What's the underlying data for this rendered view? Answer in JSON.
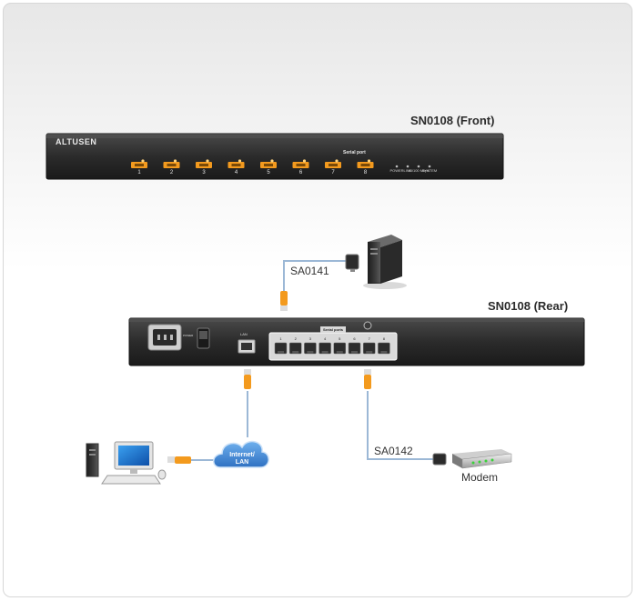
{
  "front_title": "SN0108 (Front)",
  "rear_title": "SN0108 (Rear)",
  "brand": "ALTUSEN",
  "front_serial_label": "Serial port",
  "front_ports": [
    "1",
    "2",
    "3",
    "4",
    "5",
    "6",
    "7",
    "8"
  ],
  "front_leds": [
    "POWER",
    "LINK",
    "10/100 Mbps",
    "SYSTEM"
  ],
  "rear_serial_label": "Serial ports",
  "rear_ports": [
    "1",
    "2",
    "3",
    "4",
    "5",
    "6",
    "7",
    "8"
  ],
  "rear_lan_label": "LAN",
  "rear_power_label": "POWER",
  "cloud_label_line1": "Internet/",
  "cloud_label_line2": "LAN",
  "cable_top": "SA0141",
  "cable_right": "SA0142",
  "modem_label": "Modem",
  "colors": {
    "device": "#2f2f2f",
    "accent": "#f39a1e",
    "cable": "#9cb8d6",
    "cloud": "#4f8fd6"
  }
}
